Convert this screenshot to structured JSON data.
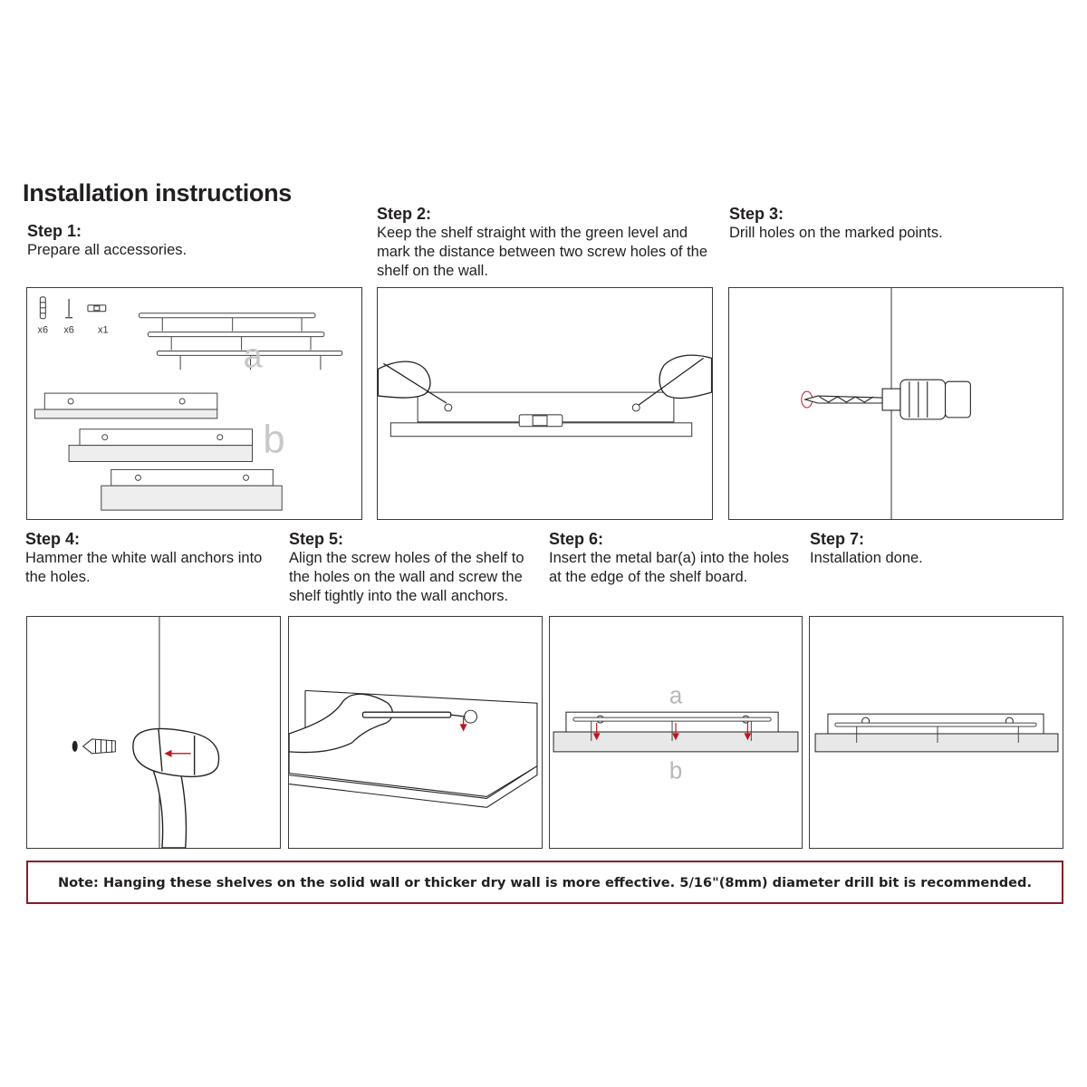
{
  "title": "Installation instructions",
  "steps": [
    {
      "heading": "Step 1:",
      "text": "Prepare all accessories."
    },
    {
      "heading": "Step 2:",
      "text": "Keep the shelf straight with the green level and mark the distance between two screw holes of the shelf on the wall."
    },
    {
      "heading": "Step 3:",
      "text": "Drill holes on the marked points."
    },
    {
      "heading": "Step 4:",
      "text": "Hammer the white wall anchors into the holes."
    },
    {
      "heading": "Step 5:",
      "text": "Align the screw holes of the shelf to the holes on the wall and screw the shelf tightly into the wall anchors."
    },
    {
      "heading": "Step 6:",
      "text": "Insert the metal bar(a) into the holes at the edge of the shelf board."
    },
    {
      "heading": "Step 7:",
      "text": "Installation done."
    }
  ],
  "accessories": {
    "anchor_qty": "x6",
    "screw_qty": "x6",
    "level_qty": "x1",
    "part_a": "a",
    "part_b": "b"
  },
  "note": "Note: Hanging these shelves on the solid wall or thicker dry wall is more effective. 5/16\"(8mm) diameter drill bit is recommended.",
  "colors": {
    "note_border": "#8b1a2a",
    "arrow": "#c0161b",
    "text": "#231f20"
  }
}
